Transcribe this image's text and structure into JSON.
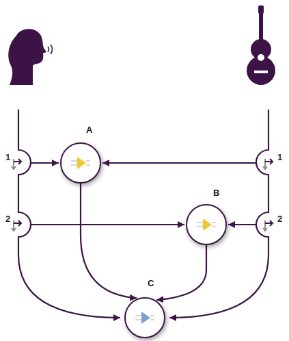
{
  "diagram": {
    "nodes": [
      {
        "text": [
          "A"
        ]
      },
      {
        "text": [
          "B"
        ]
      },
      {
        "text": [
          "C"
        ]
      }
    ],
    "edges": [
      {
        "from": 0,
        "to": 2,
        "arrow": "to"
      },
      {
        "from": 1,
        "to": 2,
        "arrow": "to"
      }
    ],
    "labels": [
      "1",
      "2",
      "1",
      "2"
    ]
  }
}
